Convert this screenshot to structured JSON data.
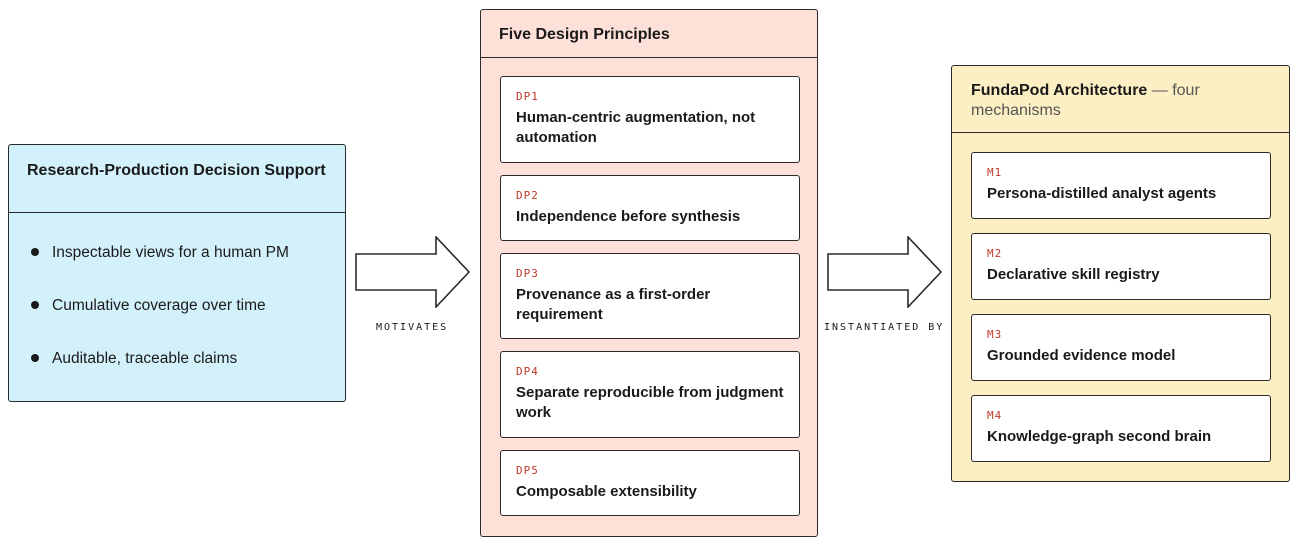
{
  "left_panel": {
    "title": "Research-Production Decision Support",
    "items": [
      "Inspectable views for a human PM",
      "Cumulative coverage over time",
      "Auditable, traceable claims"
    ]
  },
  "arrow1": {
    "label": "MOTIVATES"
  },
  "middle_panel": {
    "title": "Five Design Principles",
    "cards": [
      {
        "code": "DP1",
        "title": "Human-centric augmentation, not automation"
      },
      {
        "code": "DP2",
        "title": "Independence before synthesis"
      },
      {
        "code": "DP3",
        "title": "Provenance as a first-order requirement"
      },
      {
        "code": "DP4",
        "title": "Separate reproducible from judgment work"
      },
      {
        "code": "DP5",
        "title": "Composable extensibility"
      }
    ]
  },
  "arrow2": {
    "label": "INSTANTIATED BY"
  },
  "right_panel": {
    "title": "FundaPod Architecture",
    "title_suffix": "— four mechanisms",
    "cards": [
      {
        "code": "M1",
        "title": "Persona-distilled analyst agents"
      },
      {
        "code": "M2",
        "title": "Declarative skill registry"
      },
      {
        "code": "M3",
        "title": "Grounded evidence model"
      },
      {
        "code": "M4",
        "title": "Knowledge-graph second brain"
      }
    ]
  },
  "colors": {
    "left_panel_bg": "#d3f1fb",
    "middle_panel_bg": "#fde0d7",
    "right_panel_bg": "#fcefc3",
    "code_text": "#c0392b"
  }
}
